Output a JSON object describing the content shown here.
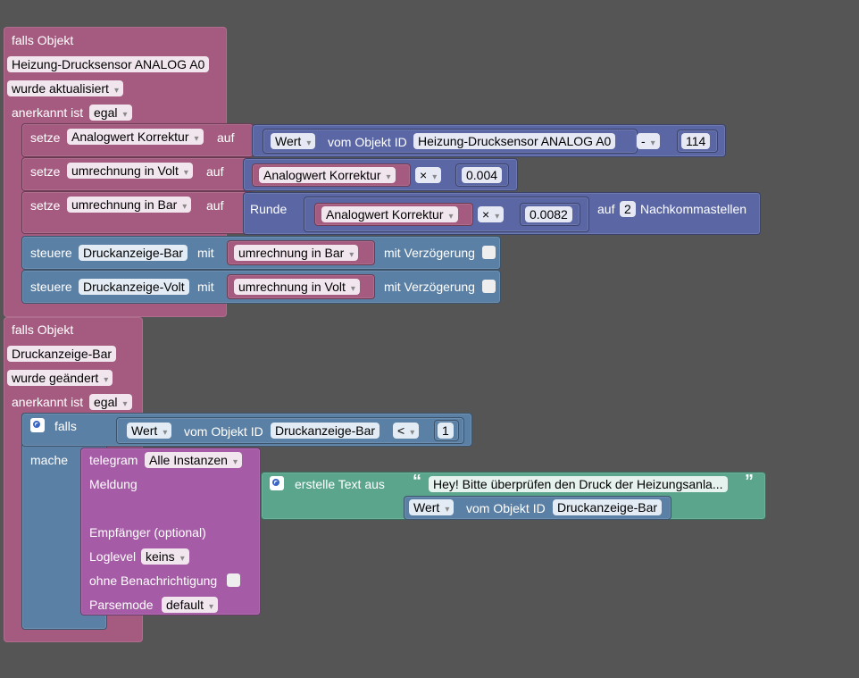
{
  "colors": {
    "background": "#555555",
    "event_block": "#a55b80",
    "set_block": "#a55b80",
    "value_block": "#5b67a5",
    "control_block": "#5b80a5",
    "telegram_block": "#a55ba5",
    "text_block": "#5ba58c"
  },
  "event1": {
    "falls_objekt": "falls Objekt",
    "object": "Heizung-Drucksensor ANALOG  A0",
    "trigger": "wurde aktualisiert",
    "ack_label": "anerkannt ist",
    "ack_value": "egal",
    "set1": {
      "setze": "setze",
      "var": "Analogwert Korrektur",
      "auf": "auf",
      "wert": "Wert",
      "vom": "vom Objekt ID",
      "object": "Heizung-Drucksensor ANALOG  A0",
      "op": "-",
      "num": "114"
    },
    "set2": {
      "setze": "setze",
      "var": "umrechnung in Volt",
      "auf": "auf",
      "var_ref": "Analogwert Korrektur",
      "op": "×",
      "num": "0.004"
    },
    "set3": {
      "setze": "setze",
      "var": "umrechnung in Bar",
      "auf": "auf",
      "runde": "Runde",
      "var_ref": "Analogwert Korrektur",
      "op": "×",
      "num": "0.0082",
      "auf2": "auf",
      "digits": "2",
      "nachkomma": "Nachkommastellen"
    },
    "ctl1": {
      "steuere": "steuere",
      "target": "Druckanzeige-Bar",
      "mit": "mit",
      "var_ref": "umrechnung in Bar",
      "delay": "mit Verzögerung"
    },
    "ctl2": {
      "steuere": "steuere",
      "target": "Druckanzeige-Volt",
      "mit": "mit",
      "var_ref": "umrechnung in Volt",
      "delay": "mit Verzögerung"
    }
  },
  "event2": {
    "falls_objekt": "falls Objekt",
    "object": "Druckanzeige-Bar",
    "trigger": "wurde geändert",
    "ack_label": "anerkannt ist",
    "ack_value": "egal",
    "if": {
      "falls": "falls",
      "mache": "mache",
      "wert": "Wert",
      "vom": "vom Objekt ID",
      "object": "Druckanzeige-Bar",
      "op": "<",
      "num": "1"
    },
    "telegram": {
      "label": "telegram",
      "instances": "Alle Instanzen",
      "meldung": "Meldung",
      "text_label": "erstelle Text aus",
      "open_quote": "“",
      "close_quote": "”",
      "text": "Hey! Bitte überprüfen den Druck der Heizungsanla...",
      "wert": "Wert",
      "vom": "vom Objekt ID",
      "object": "Druckanzeige-Bar",
      "empfaenger": "Empfänger (optional)",
      "loglevel_label": "Loglevel",
      "loglevel": "keins",
      "ohne": "ohne Benachrichtigung",
      "parsemode_label": "Parsemode",
      "parsemode": "default"
    }
  }
}
